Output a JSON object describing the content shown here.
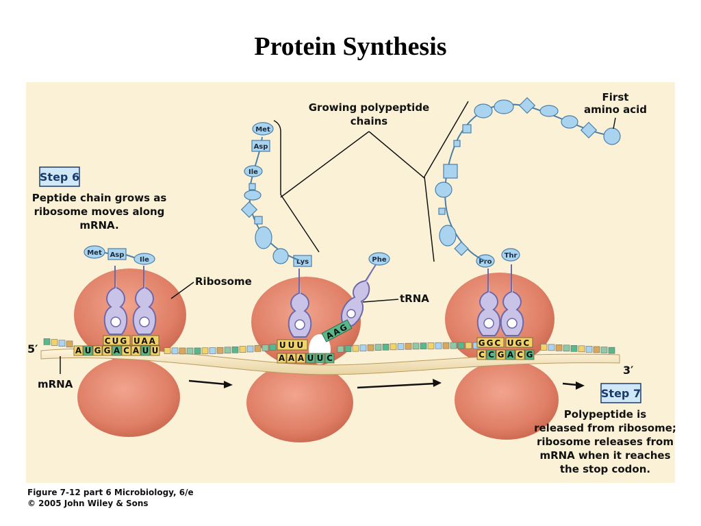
{
  "title": "Protein Synthesis",
  "labels": {
    "growing_line1": "Growing polypeptide",
    "growing_line2": "chains",
    "first_line1": "First",
    "first_line2": "amino acid",
    "ribosome": "Ribosome",
    "trna": "tRNA",
    "mrna": "mRNA",
    "five_prime": "5′",
    "three_prime": "3′"
  },
  "step6": {
    "badge": "Step 6",
    "lines": [
      "Peptide chain grows as",
      "ribosome moves along",
      "mRNA."
    ]
  },
  "step7": {
    "badge": "Step 7",
    "lines": [
      "Polypeptide is",
      "released from ribosome;",
      "ribosome releases from",
      "mRNA when it reaches",
      "the stop codon."
    ]
  },
  "residues": {
    "r1": [
      "Met",
      "Asp",
      "Ile"
    ],
    "r2_chain": [
      "Met",
      "Asp",
      "Ile"
    ],
    "r2_lys": "Lys",
    "r2_phe": "Phe",
    "r3": [
      "Pro",
      "Thr"
    ]
  },
  "codons": {
    "r1_anti1": "CUG",
    "r1_anti2": "UAA",
    "r1_mrna": [
      "A",
      "U",
      "G",
      "G",
      "A",
      "C",
      "A",
      "U",
      "U"
    ],
    "r2_anti": "UUU",
    "r2_incoming": "AAG",
    "r2_mrna": [
      "A",
      "A",
      "A",
      "U",
      "U",
      "C"
    ],
    "r3_anti1": "GGC",
    "r3_anti2": "UGC",
    "r3_mrna": [
      "C",
      "C",
      "G",
      "A",
      "C",
      "G"
    ]
  },
  "footer": {
    "line1": "Figure 7-12 part 6  Microbiology, 6/e",
    "line2": "© 2005 John Wiley & Sons"
  },
  "colors": {
    "panel": "#fbf1d6",
    "ribosome": "#e0826a",
    "amino_acid": "#a9d3ee",
    "trna": "#c9c3e8",
    "step_badge": "#cfe7f7"
  }
}
